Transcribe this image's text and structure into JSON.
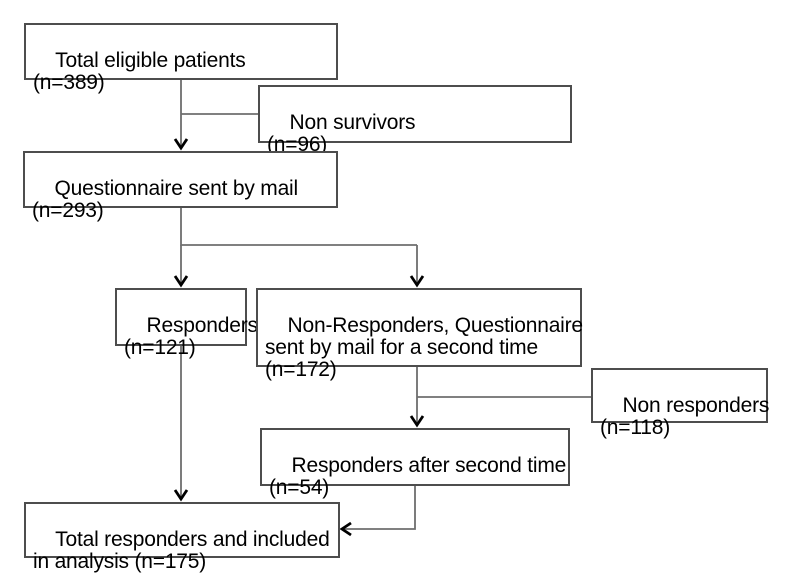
{
  "figure": {
    "background": "#ffffff",
    "box_border_color": "#4d4d4d",
    "line_color": "#6e6e6e",
    "arrow_color": "#000000",
    "text_color": "#000000"
  },
  "nodes": {
    "total_eligible": {
      "label": "Total eligible patients\n(n=389)",
      "n": 389
    },
    "non_survivors": {
      "label": "Non survivors\n(n=96)",
      "n": 96
    },
    "questionnaire_sent": {
      "label": "Questionnaire sent by mail\n(n=293)",
      "n": 293
    },
    "responders": {
      "label": "Responders\n(n=121)",
      "n": 121
    },
    "non_responders_resent": {
      "label": "Non-Responders, Questionnaire\nsent by mail for a second time\n(n=172)",
      "n": 172
    },
    "non_responders": {
      "label": "Non responders\n(n=118)",
      "n": 118
    },
    "responders_after_second": {
      "label": "Responders after second time\n(n=54)",
      "n": 54
    },
    "total_responders": {
      "label": "Total responders and included\nin analysis (n=175)",
      "n": 175
    }
  }
}
